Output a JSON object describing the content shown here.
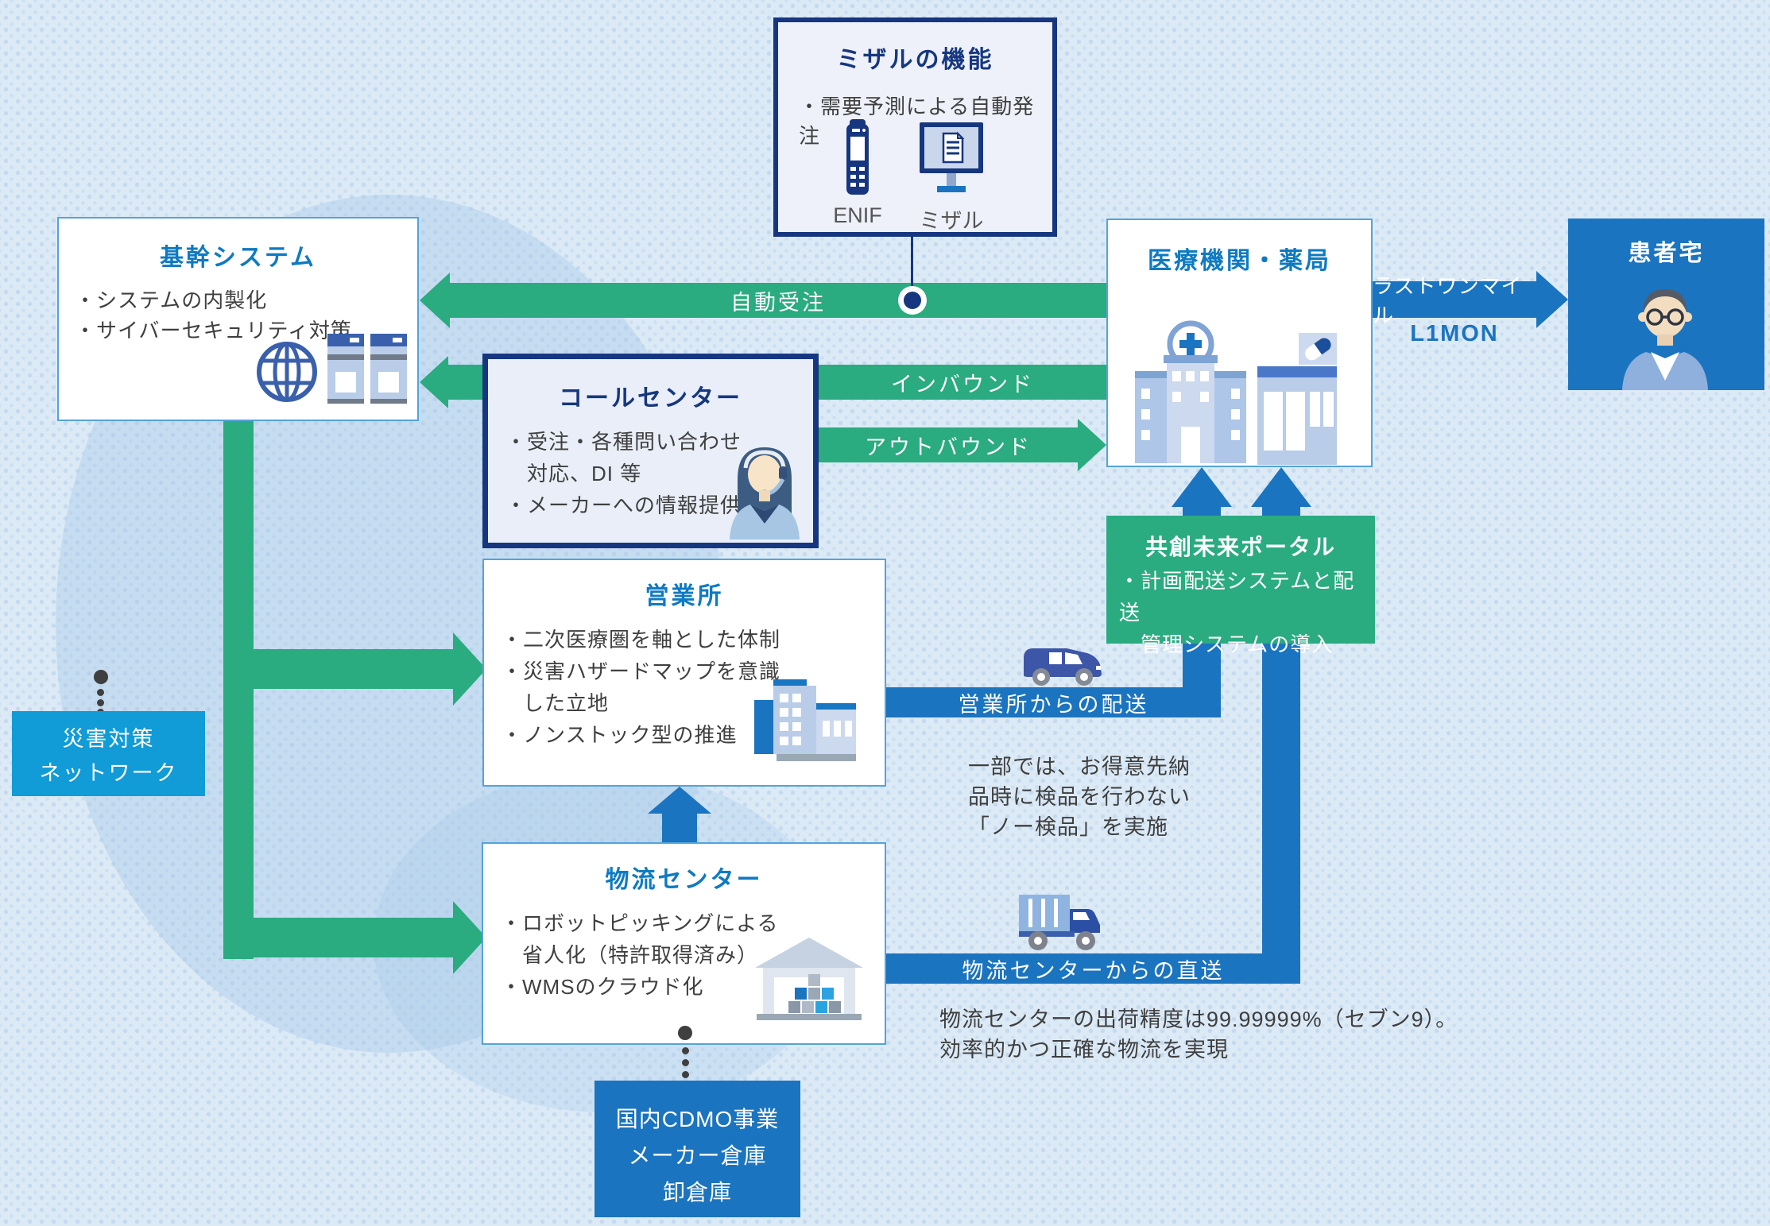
{
  "palette": {
    "green": "#2aab80",
    "blue": "#1b74bf",
    "navy": "#16377f",
    "title_blue": "#0e7ac2",
    "cyan_blue": "#119bd7",
    "text_gray": "#3f3f3f",
    "background": "#dceaf6"
  },
  "boxes": {
    "mizaru": {
      "title": "ミザルの機能",
      "bullet": "・需要予測による自動発注",
      "enif_label": "ENIF",
      "mizaru_label": "ミザル"
    },
    "core_system": {
      "title": "基幹システム",
      "lines": [
        "・システムの内製化",
        "・サイバーセキュリティ対策"
      ]
    },
    "call_center": {
      "title": "コールセンター",
      "lines": [
        "・受注・各種問い合わせ",
        "対応、DI 等",
        "・メーカーへの情報提供"
      ]
    },
    "medical": {
      "title": "医療機関・薬局"
    },
    "patient": {
      "title": "患者宅"
    },
    "portal": {
      "title": "共創未来ポータル",
      "lines": [
        "・計画配送システムと配送",
        "管理システムの導入"
      ]
    },
    "sales_office": {
      "title": "営業所",
      "lines": [
        "・二次医療圏を軸とした体制",
        "・災害ハザードマップを意識",
        "した立地",
        "・ノンストック型の推進"
      ]
    },
    "disaster": {
      "lines": [
        "災害対策",
        "ネットワーク"
      ]
    },
    "logistics": {
      "title": "物流センター",
      "lines": [
        "・ロボットピッキングによる",
        "省人化（特許取得済み）",
        "・WMSのクラウド化"
      ]
    },
    "cdmo": {
      "lines": [
        "国内CDMO事業",
        "メーカー倉庫",
        "卸倉庫"
      ]
    }
  },
  "arrows": {
    "auto_order": "自動受注",
    "inbound": "インバウンド",
    "outbound": "アウトバウンド",
    "last_one_mile": "ラストワンマイル",
    "l1mon": "L1MON",
    "sales_delivery": "営業所からの配送",
    "direct_delivery": "物流センターからの直送"
  },
  "notes": {
    "no_kenpin": [
      "一部では、お得意先納",
      "品時に検品を行わない",
      "「ノー検品」を実施"
    ],
    "seven9": [
      "物流センターの出荷精度は99.99999%（セブン9）。",
      "効率的かつ正確な物流を実現"
    ]
  }
}
